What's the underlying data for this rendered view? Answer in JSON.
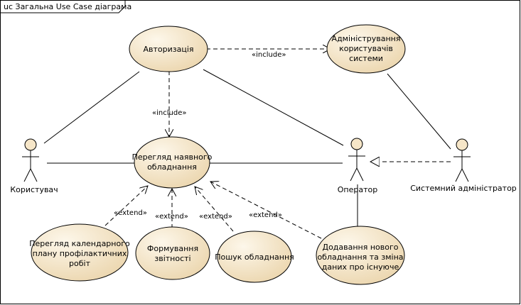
{
  "diagram": {
    "frame_title": "uc Загальна Use Case діаграма",
    "colors": {
      "usecase_fill_light": "#fdf7ea",
      "usecase_fill_dark": "#ecd7b0",
      "stroke": "#000000",
      "actor_head_fill": "#f6e6c8"
    },
    "usecases": {
      "auth": [
        "Авторизація"
      ],
      "admin_users": [
        "Адміністрування",
        "користувачів",
        "системи"
      ],
      "view_equipment": [
        "Перегляд наявного",
        "обладнання"
      ],
      "calendar": [
        "Перегляд календарного",
        "плану профілактичних",
        "робіт"
      ],
      "reports": [
        "Формування",
        "звітності"
      ],
      "search": [
        "Пошук обладнання"
      ],
      "add_new": [
        "Додавання нового",
        "обладнання та зміна",
        "даних про існуюче"
      ]
    },
    "actors": {
      "user": "Користувач",
      "operator": "Оператор",
      "sysadmin": "Системний адміністратор"
    },
    "stereotypes": {
      "include": "«include»",
      "extend": "«extend»"
    }
  }
}
